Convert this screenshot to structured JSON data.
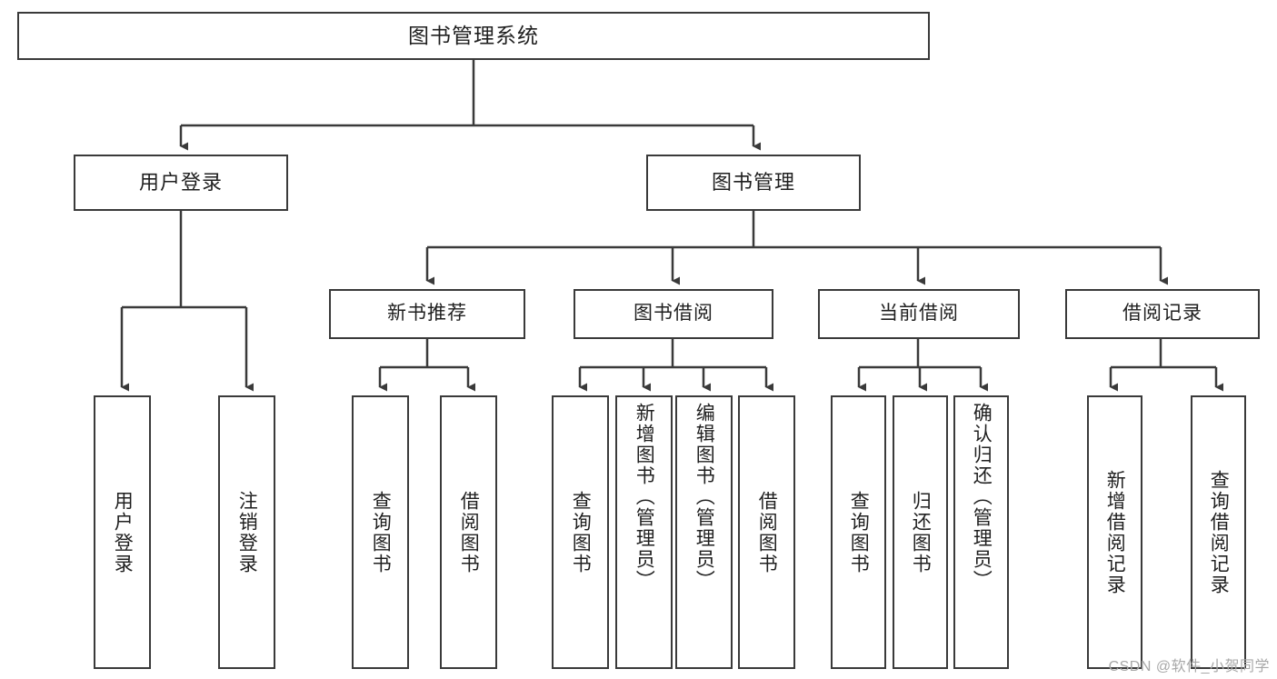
{
  "diagram": {
    "title": "图书管理系统",
    "type": "tree-hierarchy-diagram",
    "root": {
      "label": "图书管理系统"
    },
    "level2": [
      {
        "label": "用户登录"
      },
      {
        "label": "图书管理"
      }
    ],
    "level3": [
      {
        "label": "新书推荐"
      },
      {
        "label": "图书借阅"
      },
      {
        "label": "当前借阅"
      },
      {
        "label": "借阅记录"
      }
    ],
    "leaves": {
      "user_login": [
        {
          "label": "用户登录"
        },
        {
          "label": "注销登录"
        }
      ],
      "new_book_recommend": [
        {
          "label": "查询图书"
        },
        {
          "label": "借阅图书"
        }
      ],
      "book_borrow": [
        {
          "label": "查询图书"
        },
        {
          "label": "新增图书（管理员）"
        },
        {
          "label": "编辑图书（管理员）"
        },
        {
          "label": "借阅图书"
        }
      ],
      "current_borrow": [
        {
          "label": "查询图书"
        },
        {
          "label": "归还图书"
        },
        {
          "label": "确认归还（管理员）"
        }
      ],
      "borrow_record": [
        {
          "label": "新增借阅记录"
        },
        {
          "label": "查询借阅记录"
        }
      ]
    }
  },
  "watermark": {
    "text": "CSDN @软件_小贺同学"
  },
  "colors": {
    "border": "#3a3a3a",
    "background": "#ffffff",
    "text": "#1f1f1f",
    "watermark": "#a8a8a8"
  }
}
